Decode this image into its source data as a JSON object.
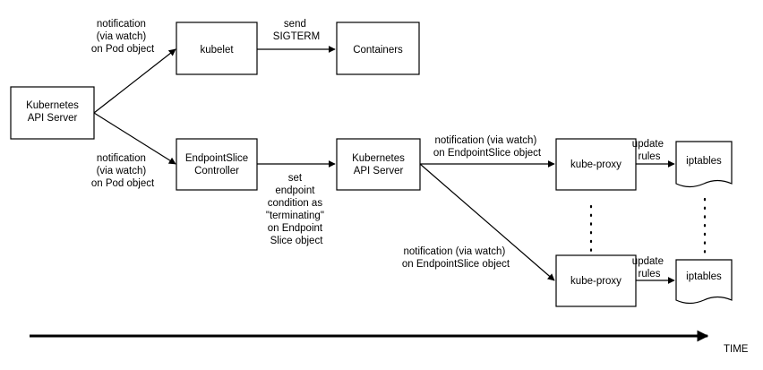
{
  "nodes": {
    "api_server_left": [
      "Kubernetes",
      "API Server"
    ],
    "kubelet": [
      "kubelet"
    ],
    "containers": [
      "Containers"
    ],
    "endpointslice_controller": [
      "EndpointSlice",
      "Controller"
    ],
    "api_server_mid": [
      "Kubernetes",
      "API Server"
    ],
    "kube_proxy_top": [
      "kube-proxy"
    ],
    "kube_proxy_bottom": [
      "kube-proxy"
    ],
    "iptables_top": [
      "iptables"
    ],
    "iptables_bottom": [
      "iptables"
    ]
  },
  "edge_labels": {
    "to_kubelet": [
      "notification",
      "(via watch)",
      "on Pod object"
    ],
    "send_sigterm": [
      "send",
      "SIGTERM"
    ],
    "to_controller": [
      "notification",
      "(via watch)",
      "on Pod object"
    ],
    "set_condition": [
      "set",
      "endpoint",
      "condition as",
      "\"terminating\"",
      "on Endpoint",
      "Slice object"
    ],
    "to_proxy_top": [
      "notification (via watch)",
      "on EndpointSlice object"
    ],
    "to_proxy_bottom": [
      "notification (via watch)",
      "on EndpointSlice object"
    ],
    "update_rules_top": [
      "update",
      "rules"
    ],
    "update_rules_bottom": [
      "update",
      "rules"
    ]
  },
  "timeline": {
    "label": "TIME"
  }
}
